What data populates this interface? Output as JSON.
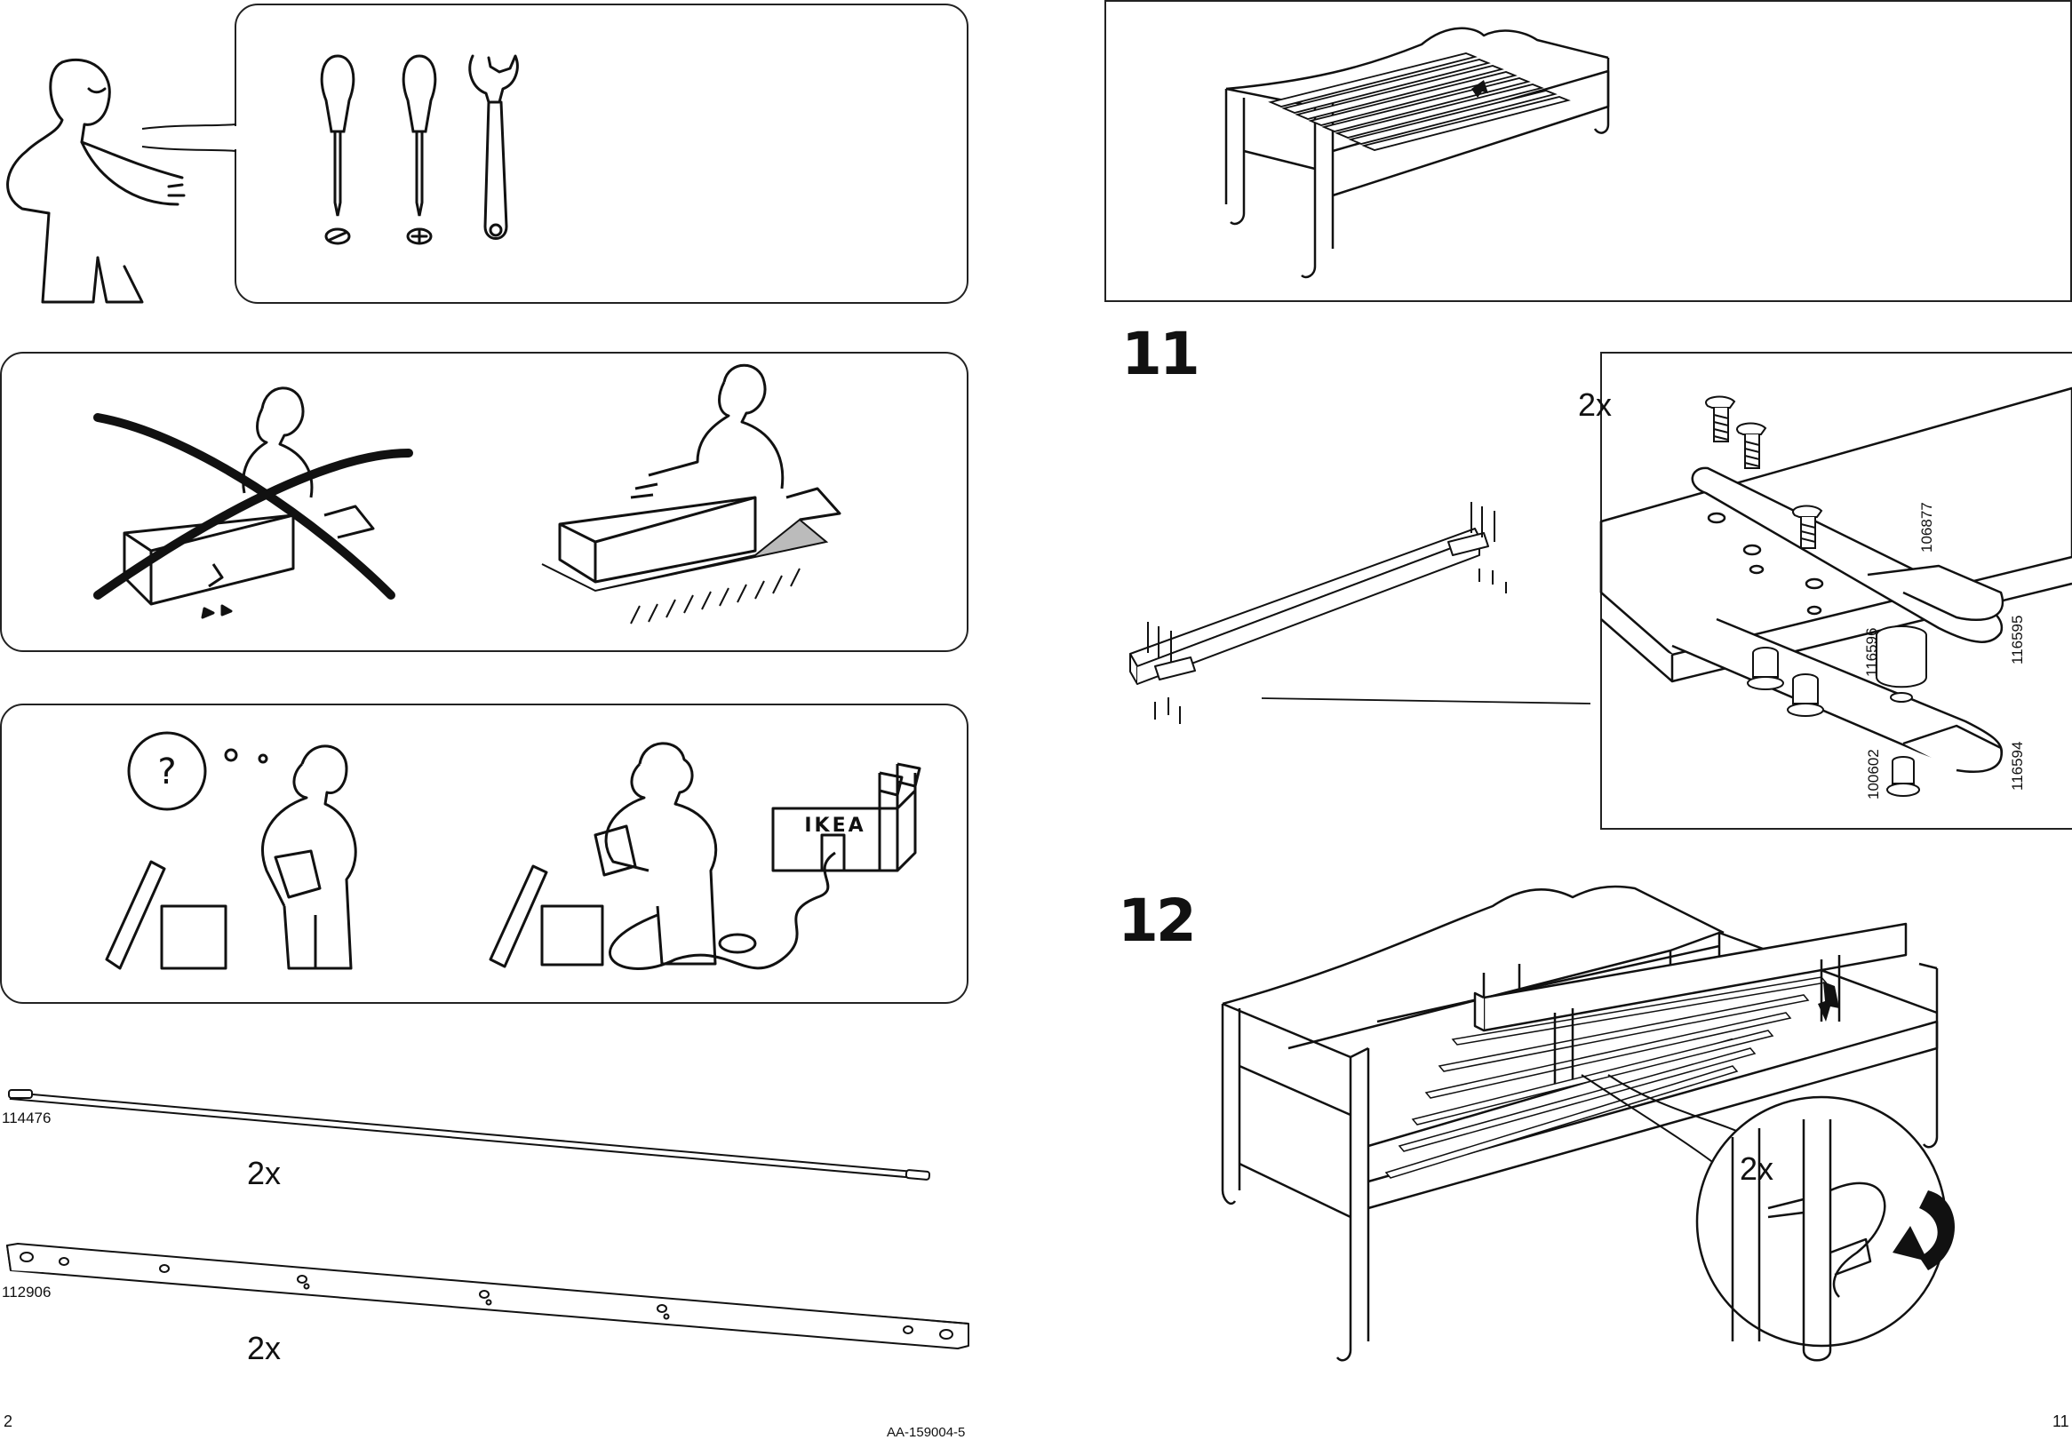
{
  "pages": {
    "left_page_number": "2",
    "right_page_number": "11",
    "document_id": "AA-159004-5"
  },
  "tools_panel": {
    "tools": [
      "flathead-screwdriver",
      "phillips-screwdriver",
      "adjustable-wrench"
    ]
  },
  "ikea_sign": "IKEA",
  "question_mark": "?",
  "parts": [
    {
      "number": "114476",
      "quantity": "2x"
    },
    {
      "number": "112906",
      "quantity": "2x"
    }
  ],
  "step11": {
    "number": "11",
    "quantity": "2x",
    "part_numbers": [
      "106877",
      "116596",
      "116595",
      "100602",
      "116594"
    ]
  },
  "step12": {
    "number": "12",
    "quantity": "2x"
  }
}
